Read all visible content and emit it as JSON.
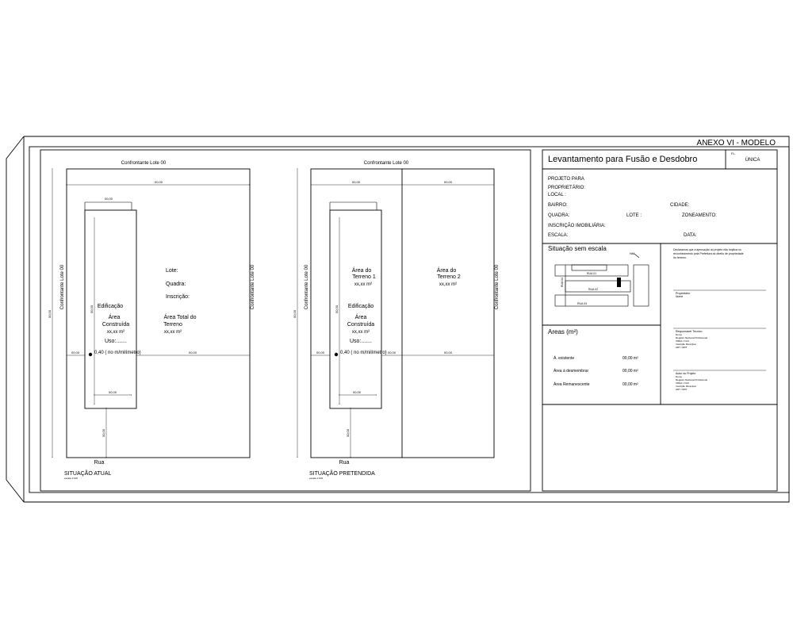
{
  "sheet": {
    "annex": "ANEXO VI - MODELO",
    "title": "Levantamento para Fusão e Desdobro",
    "sheet_label": "FL.",
    "sheet_value": "ÚNICA"
  },
  "fields": {
    "projeto_para": "PROJETO PARA",
    "proprietario": "PROPRIETÁRIO:",
    "local": "LOCAL :",
    "bairro": "BAIRRO:",
    "cidade": "CIDADE:",
    "quadra": "QUADRA:",
    "lote": "LOTE :",
    "zoneamento": "ZONEAMENTO:",
    "inscricao": "INSCRIÇÃO IMOBILIÁRIA:",
    "escala": "ESCALA:",
    "data": "DATA:"
  },
  "situacao": {
    "title": "Situação sem escala",
    "north": "NM"
  },
  "map": {
    "rua1": "RUA 01",
    "rua2": "RUA 02",
    "rua3": "RUA 03",
    "rua4": "RUA 04"
  },
  "areas": {
    "title": "Areas (m²)",
    "rows": [
      {
        "label": "Á. existente",
        "value": "00,00 m²"
      },
      {
        "label": "Área à desmembrar",
        "value": "00,00 m²"
      },
      {
        "label": "Área Remanescente",
        "value": "00,00 m²"
      }
    ]
  },
  "declaracao": {
    "lines": [
      "Declaramos que a aprovação do projeto não implica no",
      "reconhecimento pela Prefeitura do direito de propriedade",
      "do terreno."
    ],
    "sig1_name": "Proprietário",
    "sig1_sub": "Nome",
    "sig2_title": "Responsável Técnico",
    "sig2_lines": [
      "Nome",
      "Registro Nacional Profissional",
      "CREA / CAU",
      "Inscrição Municipal",
      "ART / RRT"
    ],
    "sig3_title": "Autor do Projeto",
    "sig3_lines": [
      "Nome",
      "Registro Nacional Profissional",
      "CREA / CAU",
      "Inscrição Municipal",
      "ART / RRT"
    ]
  },
  "left_drawing": {
    "top_label": "Confrontante Lote 00",
    "left_label": "Confrontante Lote 00",
    "right_label": "Confrontante Lote 00",
    "street": "Rua",
    "caption": "SITUAÇÃO ATUAL",
    "caption_scale": "escala 1:100",
    "edificacao": "Edificação",
    "area_label": "Área",
    "construida": "Construída",
    "area_value": "xx,xx m²",
    "uso": "Uso:.......",
    "level": "0,40 ( no m/milímetro)",
    "lote": "Lote:",
    "quadra": "Quadra:",
    "inscricao": "Inscrição:",
    "area_total_1": "Área Total do",
    "area_total_2": "Terreno",
    "area_total_value": "xx,xx m²",
    "dims": {
      "overall_width": "00,00",
      "building_width": "00,00",
      "building_bottom": "00,00",
      "overall_height": "00,00",
      "building_height": "00,00",
      "front_setback": "00,00",
      "side_left": "00,00",
      "side_right": "00,00"
    }
  },
  "right_drawing": {
    "top_label": "Confrontante Lote 00",
    "left_label": "Confrontante Lote 00",
    "right_label": "Confrontante Lote 00",
    "street": "Rua",
    "caption": "SITUAÇÃO PRETENDIDA",
    "caption_scale": "escala 1:100",
    "terreno1_a": "Área do",
    "terreno1_b": "Terreno 1",
    "terreno1_value": "xx,xx m²",
    "terreno2_a": "Área do",
    "terreno2_b": "Terreno 2",
    "terreno2_value": "xx,xx m²",
    "edificacao": "Edificação",
    "area_label": "Área",
    "construida": "Construída",
    "area_value": "xx,xx m²",
    "uso": "Uso:.......",
    "level": "0,40 ( no m/milímetro)",
    "dims": {
      "lot1_width": "00,00",
      "lot2_width": "00,00",
      "building_bottom": "00,00",
      "overall_height": "00,00",
      "building_height": "00,00",
      "front_setback": "00,00",
      "side_left": "00,00",
      "side_mid": "00,00",
      "side_right": "00,00"
    }
  }
}
